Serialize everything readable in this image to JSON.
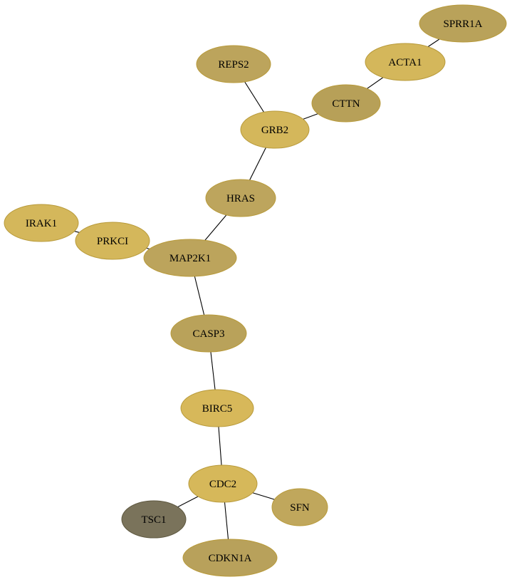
{
  "graph": {
    "nodes": [
      {
        "id": "SPRR1A",
        "color": "#b9a25a"
      },
      {
        "id": "ACTA1",
        "color": "#d4b75b"
      },
      {
        "id": "REPS2",
        "color": "#bca45c"
      },
      {
        "id": "CTTN",
        "color": "#b7a058"
      },
      {
        "id": "GRB2",
        "color": "#d4b75b"
      },
      {
        "id": "HRAS",
        "color": "#bda55d"
      },
      {
        "id": "IRAK1",
        "color": "#d4b75b"
      },
      {
        "id": "PRKCI",
        "color": "#d4b75b"
      },
      {
        "id": "MAP2K1",
        "color": "#bca45c"
      },
      {
        "id": "CASP3",
        "color": "#b9a25a"
      },
      {
        "id": "BIRC5",
        "color": "#d7b85a"
      },
      {
        "id": "CDC2",
        "color": "#d6b85a"
      },
      {
        "id": "SFN",
        "color": "#c0a75c"
      },
      {
        "id": "TSC1",
        "color": "#7a735b"
      },
      {
        "id": "CDKN1A",
        "color": "#b8a15b"
      }
    ],
    "edges": [
      [
        "SPRR1A",
        "ACTA1"
      ],
      [
        "ACTA1",
        "CTTN"
      ],
      [
        "CTTN",
        "GRB2"
      ],
      [
        "REPS2",
        "GRB2"
      ],
      [
        "GRB2",
        "HRAS"
      ],
      [
        "HRAS",
        "MAP2K1"
      ],
      [
        "IRAK1",
        "PRKCI"
      ],
      [
        "PRKCI",
        "MAP2K1"
      ],
      [
        "MAP2K1",
        "CASP3"
      ],
      [
        "CASP3",
        "BIRC5"
      ],
      [
        "BIRC5",
        "CDC2"
      ],
      [
        "CDC2",
        "SFN"
      ],
      [
        "CDC2",
        "TSC1"
      ],
      [
        "CDC2",
        "CDKN1A"
      ]
    ]
  }
}
